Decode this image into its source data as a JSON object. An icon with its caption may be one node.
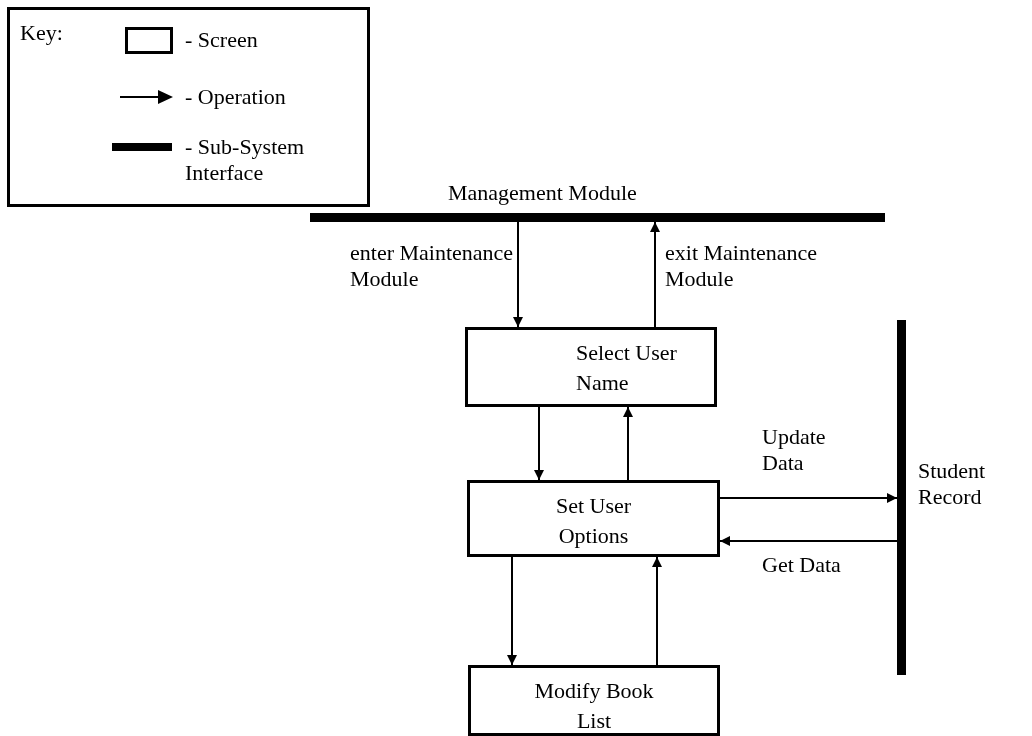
{
  "diagram": {
    "nodes": [
      {
        "text": [
          "Management Module"
        ]
      },
      {
        "text": [
          "Select User Name"
        ]
      },
      {
        "text": [
          "Set User Options"
        ]
      },
      {
        "text": [
          "Modify Book List"
        ]
      },
      {
        "text": [
          "Student Record"
        ]
      }
    ],
    "edges": [
      {
        "from": 0,
        "to": 1,
        "arrow": "to",
        "label": "enter Maintenance Module"
      },
      {
        "from": 1,
        "to": 0,
        "arrow": "to",
        "label": "exit Maintenance Module"
      },
      {
        "from": 1,
        "to": 2,
        "arrow": "to"
      },
      {
        "from": 2,
        "to": 1,
        "arrow": "to"
      },
      {
        "from": 2,
        "to": 3,
        "arrow": "to"
      },
      {
        "from": 3,
        "to": 2,
        "arrow": "to"
      },
      {
        "from": 2,
        "to": 4,
        "arrow": "to",
        "label": "Update Data"
      },
      {
        "from": 4,
        "to": 2,
        "arrow": "to",
        "label": "Get Data"
      }
    ],
    "labels": [
      "Key:"
    ],
    "legend": [
      {
        "text": "- Screen"
      },
      {
        "text": "- Operation"
      },
      {
        "text": "- Sub-System Interface"
      }
    ]
  }
}
